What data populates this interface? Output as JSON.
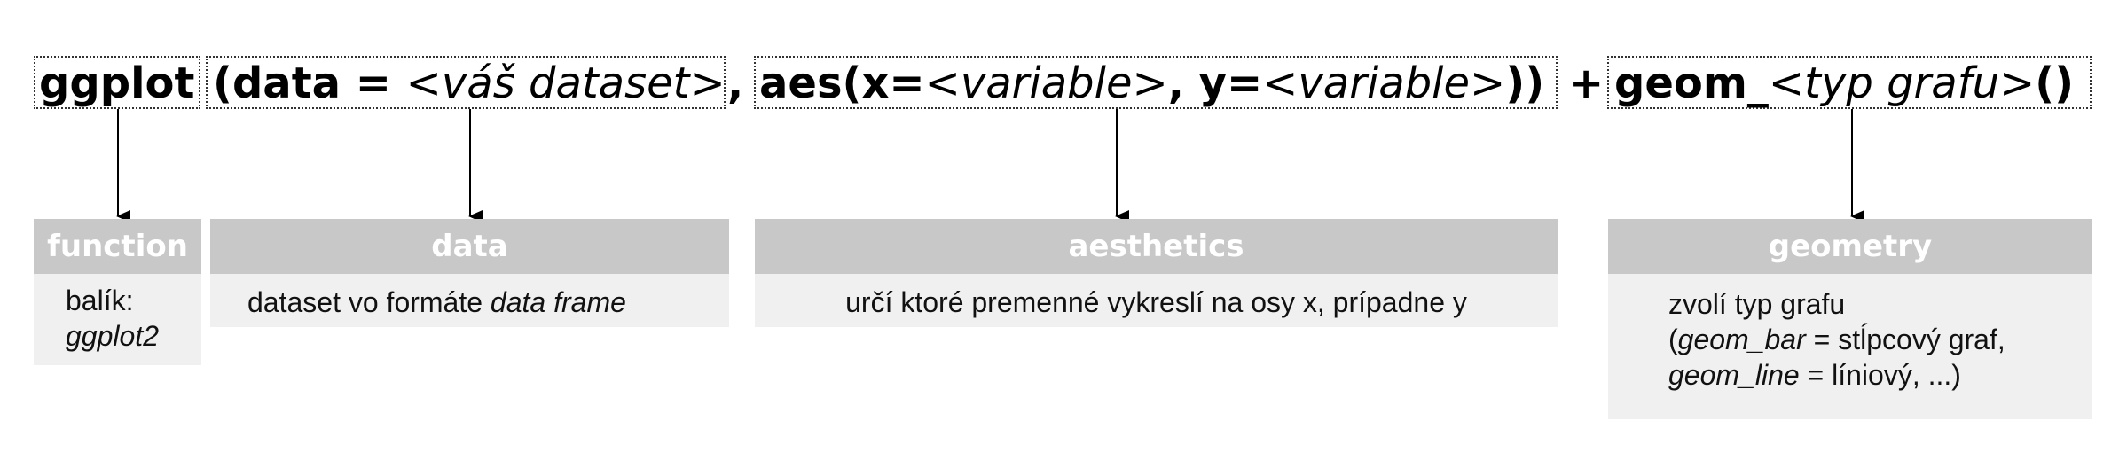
{
  "code": {
    "ggplot": "ggplot",
    "data_open": "(data = ",
    "data_placeholder": "<váš dataset>",
    "comma": ",",
    "aes_a": "aes(x=",
    "aes_var1": "<variable>",
    "aes_b": ", y=",
    "aes_var2": "<variable>",
    "aes_close": "))",
    "plus": "+",
    "geom_a": "geom_",
    "geom_type": "<typ grafu>",
    "geom_parens": "()"
  },
  "cards": {
    "function": {
      "title": "function",
      "line1": "balík:",
      "line2": "ggplot2"
    },
    "data": {
      "title": "data",
      "text": "dataset vo formáte ",
      "text_italic": "data frame"
    },
    "aesthetics": {
      "title": "aesthetics",
      "text": "určí ktoré premenné vykreslí na osy x, prípadne y"
    },
    "geometry": {
      "title": "geometry",
      "line1": "zvolí typ grafu",
      "l2_open": "(",
      "l2_italic": "geom_bar",
      "l2_rest": " = stĺpcový graf,",
      "l3_italic": "geom_line",
      "l3_rest": " = líniový, ...)"
    }
  }
}
